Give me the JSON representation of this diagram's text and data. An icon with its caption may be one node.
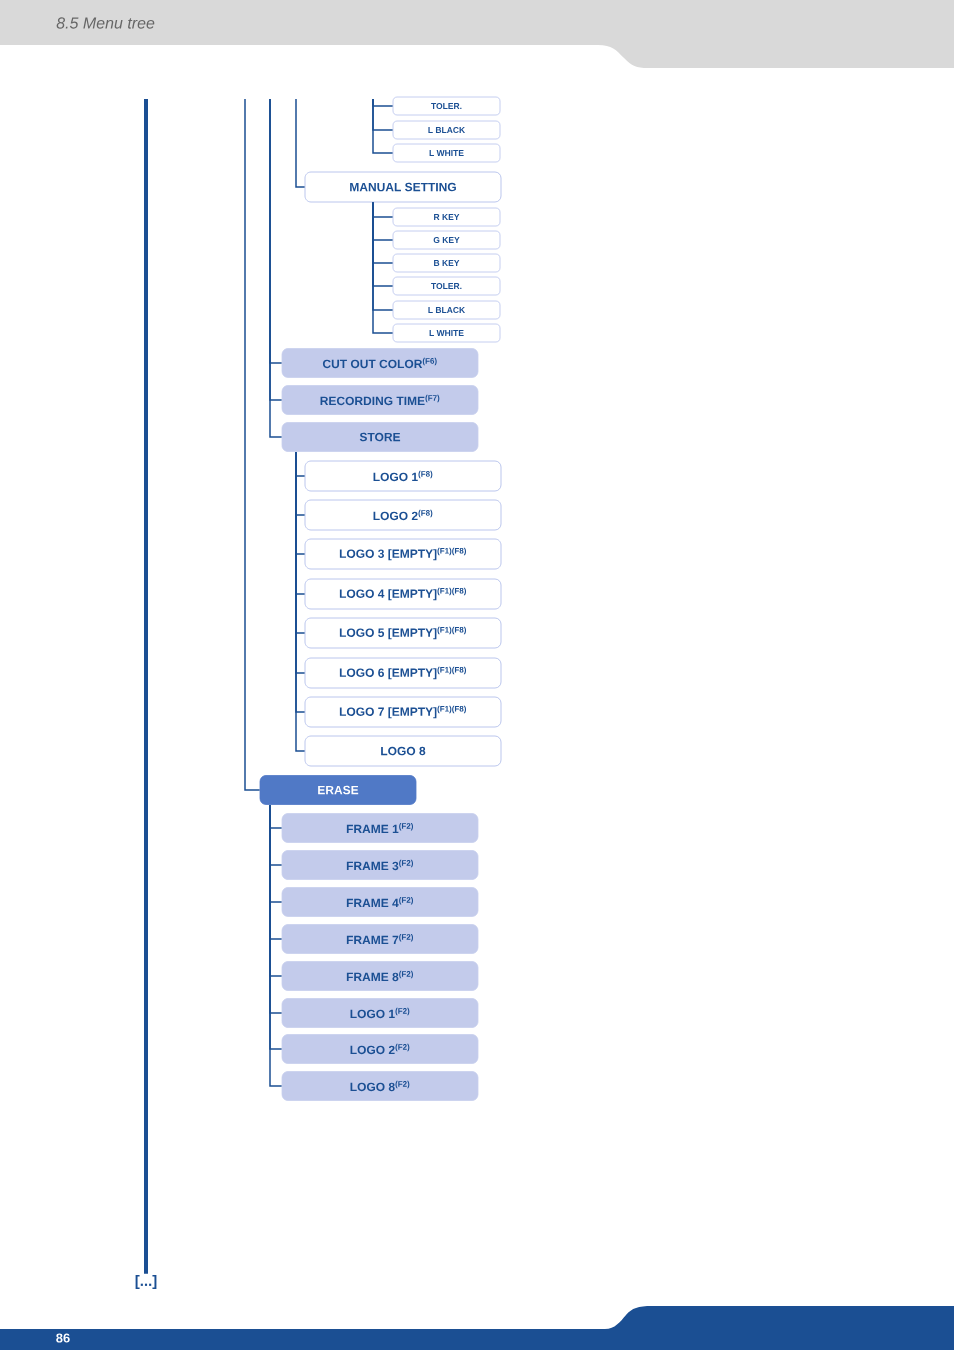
{
  "diagram": {
    "title": "8.5 Menu tree",
    "nodes": [
      {
        "text": [
          "TOLER."
        ]
      },
      {
        "text": [
          "L BLACK"
        ]
      },
      {
        "text": [
          "L WHITE"
        ]
      },
      {
        "text": [
          "MANUAL SETTING"
        ]
      },
      {
        "text": [
          "R KEY"
        ]
      },
      {
        "text": [
          "G KEY"
        ]
      },
      {
        "text": [
          "B KEY"
        ]
      },
      {
        "text": [
          "TOLER."
        ]
      },
      {
        "text": [
          "L BLACK"
        ]
      },
      {
        "text": [
          "L WHITE"
        ]
      },
      {
        "text": [
          "CUT OUT COLOR$^{(F6)}$"
        ]
      },
      {
        "text": [
          "RECORDING TIME$^{(F7)}$"
        ]
      },
      {
        "text": [
          "STORE"
        ]
      },
      {
        "text": [
          "LOGO 1$^{(F8)}$"
        ]
      },
      {
        "text": [
          "LOGO 2$^{(F8)}$"
        ]
      },
      {
        "text": [
          "LOGO 3 [EMPTY]$^{(F1)(F8)}$"
        ]
      },
      {
        "text": [
          "LOGO 4 [EMPTY]$^{(F1)(F8)}$"
        ]
      },
      {
        "text": [
          "LOGO 5 [EMPTY]$^{(F1)(F8)}$"
        ]
      },
      {
        "text": [
          "LOGO 6 [EMPTY]$^{(F1)(F8)}$"
        ]
      },
      {
        "text": [
          "LOGO 7 [EMPTY]$^{(F1)(F8)}$"
        ]
      },
      {
        "text": [
          "LOGO 8"
        ]
      },
      {
        "text": [
          "ERASE"
        ]
      },
      {
        "text": [
          "FRAME 1$^{(F2)}$"
        ]
      },
      {
        "text": [
          "FRAME 3$^{(F2)}$"
        ]
      },
      {
        "text": [
          "FRAME 4$^{(F2)}$"
        ]
      },
      {
        "text": [
          "FRAME 7$^{(F2)}$"
        ]
      },
      {
        "text": [
          "FRAME 8$^{(F2)}$"
        ]
      },
      {
        "text": [
          "LOGO 1$^{(F2)}$"
        ]
      },
      {
        "text": [
          "LOGO 2$^{(F2)}$"
        ]
      },
      {
        "text": [
          "LOGO 8$^{(F2)}$"
        ]
      },
      {
        "text": [
          "[...]"
        ]
      }
    ],
    "edges": [
      {
        "from": null,
        "to": 0,
        "arrow": "none"
      },
      {
        "from": null,
        "to": 1,
        "arrow": "none"
      },
      {
        "from": null,
        "to": 2,
        "arrow": "none"
      },
      {
        "from": null,
        "to": 3,
        "arrow": "none"
      },
      {
        "from": 3,
        "to": 4,
        "arrow": "none"
      },
      {
        "from": 3,
        "to": 5,
        "arrow": "none"
      },
      {
        "from": 3,
        "to": 6,
        "arrow": "none"
      },
      {
        "from": 3,
        "to": 7,
        "arrow": "none"
      },
      {
        "from": 3,
        "to": 8,
        "arrow": "none"
      },
      {
        "from": 3,
        "to": 9,
        "arrow": "none"
      },
      {
        "from": null,
        "to": 10,
        "arrow": "none"
      },
      {
        "from": null,
        "to": 11,
        "arrow": "none"
      },
      {
        "from": null,
        "to": 12,
        "arrow": "none"
      },
      {
        "from": 12,
        "to": 13,
        "arrow": "none"
      },
      {
        "from": 12,
        "to": 14,
        "arrow": "none"
      },
      {
        "from": 12,
        "to": 15,
        "arrow": "none"
      },
      {
        "from": 12,
        "to": 16,
        "arrow": "none"
      },
      {
        "from": 12,
        "to": 17,
        "arrow": "none"
      },
      {
        "from": 12,
        "to": 18,
        "arrow": "none"
      },
      {
        "from": 12,
        "to": 19,
        "arrow": "none"
      },
      {
        "from": 12,
        "to": 20,
        "arrow": "none"
      },
      {
        "from": null,
        "to": 21,
        "arrow": "none"
      },
      {
        "from": 21,
        "to": 22,
        "arrow": "none"
      },
      {
        "from": 21,
        "to": 23,
        "arrow": "none"
      },
      {
        "from": 21,
        "to": 24,
        "arrow": "none"
      },
      {
        "from": 21,
        "to": 25,
        "arrow": "none"
      },
      {
        "from": 21,
        "to": 26,
        "arrow": "none"
      },
      {
        "from": 21,
        "to": 27,
        "arrow": "none"
      },
      {
        "from": 21,
        "to": 28,
        "arrow": "none"
      },
      {
        "from": 21,
        "to": 29,
        "arrow": "none"
      },
      {
        "from": null,
        "to": 30,
        "arrow": "none",
        "style": "thick"
      }
    ],
    "labels": [
      "86"
    ]
  }
}
